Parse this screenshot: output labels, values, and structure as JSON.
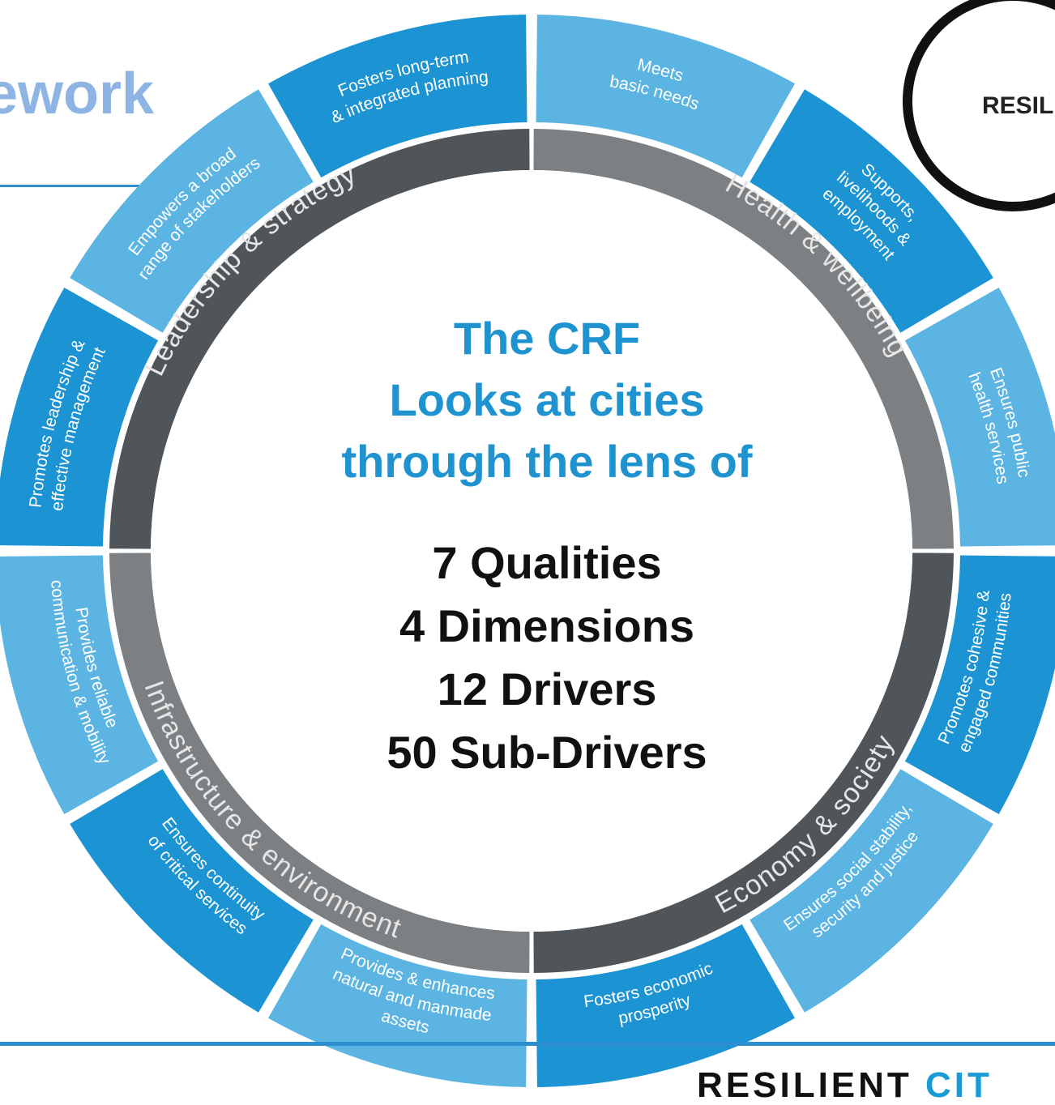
{
  "title": "ework",
  "logo_text": "RESILIENT",
  "footer_logo": {
    "word1": "RESILIENT",
    "word2": "CIT"
  },
  "dimensions": [
    "Leadership & strategy",
    "Health & wellbeing",
    "Economy & society",
    "Infrastructure & environment"
  ],
  "drivers": [
    [
      "Meets",
      "basic needs"
    ],
    [
      "Supports,",
      "livelihoods &",
      "employment"
    ],
    [
      "Ensures public",
      "health services"
    ],
    [
      "Promotes cohesive &",
      "engaged communities"
    ],
    [
      "Ensures social stability,",
      "security and justice"
    ],
    [
      "Fosters economic",
      "prosperity"
    ],
    [
      "Provides & enhances",
      "natural and manmade",
      "assets"
    ],
    [
      "Ensures continuity",
      "of critical services"
    ],
    [
      "Provides reliable",
      "communication & mobility"
    ],
    [
      "Promotes leadership &",
      "effective management"
    ],
    [
      "Empowers a broad",
      "range of stakeholders"
    ],
    [
      "Fosters long-term",
      "& integrated planning"
    ]
  ],
  "center": {
    "intro": [
      "The CRF",
      "Looks at cities",
      "through the lens of"
    ],
    "counts": [
      "7 Qualities",
      "4 Dimensions",
      "12 Drivers",
      "50 Sub-Drivers"
    ]
  },
  "colors": {
    "blue_dark": "#1c93d2",
    "blue_light": "#5cb4e2",
    "ring_dark": "#505559",
    "ring_light": "#7d8083",
    "center_text_blue": "#1f93cf"
  }
}
